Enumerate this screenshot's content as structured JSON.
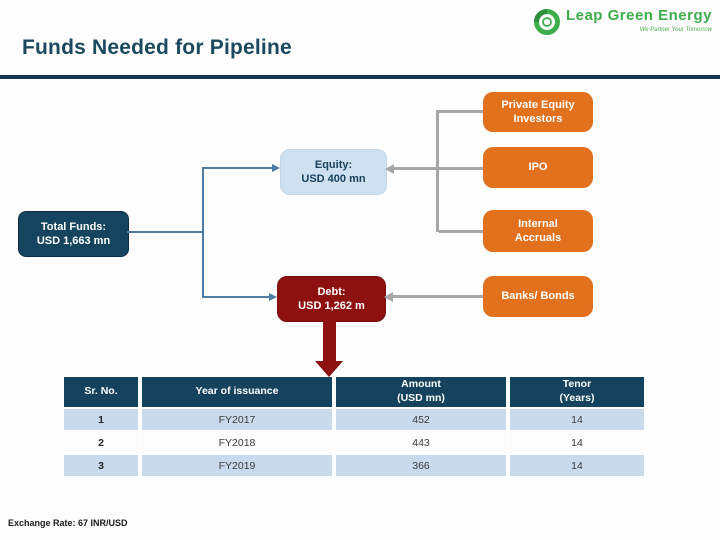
{
  "slide": {
    "title": "Funds Needed for Pipeline",
    "footnote": "Exchange Rate: 67 INR/USD"
  },
  "logo": {
    "name": "Leap Green Energy",
    "tagline": "We Partner Your Tomorrow",
    "icon": "green-swirl-circle"
  },
  "diagram": {
    "total_funds": {
      "line1": "Total Funds:",
      "line2": "USD 1,663 mn"
    },
    "equity": {
      "line1": "Equity:",
      "line2": "USD 400 mn"
    },
    "debt": {
      "line1": "Debt:",
      "line2": "USD 1,262 m"
    },
    "sources": [
      {
        "label_line1": "Private Equity",
        "label_line2": "Investors"
      },
      {
        "label_line1": "IPO",
        "label_line2": ""
      },
      {
        "label_line1": "Internal",
        "label_line2": "Accruals"
      },
      {
        "label_line1": "Banks/ Bonds",
        "label_line2": ""
      }
    ]
  },
  "table": {
    "headers": [
      {
        "line1": "Sr. No.",
        "line2": ""
      },
      {
        "line1": "Year of issuance",
        "line2": ""
      },
      {
        "line1": "Amount",
        "line2": "(USD mn)"
      },
      {
        "line1": "Tenor",
        "line2": "(Years)"
      }
    ],
    "rows": [
      {
        "sr": "1",
        "year": "FY2017",
        "amount": "452",
        "tenor": "14"
      },
      {
        "sr": "2",
        "year": "FY2018",
        "amount": "443",
        "tenor": "14"
      },
      {
        "sr": "3",
        "year": "FY2019",
        "amount": "366",
        "tenor": "14"
      }
    ]
  },
  "chart_data": {
    "type": "table",
    "title": "Funds Needed for Pipeline",
    "total_funds_usd_mn": 1663,
    "equity_usd_mn": 400,
    "debt_usd_mn": 1262,
    "equity_sources": [
      "Private Equity Investors",
      "IPO",
      "Internal Accruals"
    ],
    "debt_sources": [
      "Banks/ Bonds"
    ],
    "columns": [
      "Sr. No.",
      "Year of issuance",
      "Amount (USD mn)",
      "Tenor (Years)"
    ],
    "rows": [
      [
        1,
        "FY2017",
        452,
        14
      ],
      [
        2,
        "FY2018",
        443,
        14
      ],
      [
        3,
        "FY2019",
        366,
        14
      ]
    ],
    "exchange_rate": "67 INR/USD"
  },
  "colors": {
    "title_navy": "#1B4A5E",
    "divider_navy": "#16374F",
    "box_navy": "#15455E",
    "box_light_blue": "#CFE0F1",
    "box_dark_red": "#8E1111",
    "box_orange": "#E2711D",
    "table_header_navy": "#15425C",
    "table_row_blue": "#C8DAEC",
    "connector_blue": "#4F7DA1",
    "connector_gray": "#A6A6A6",
    "logo_green": "#3EAE4C"
  }
}
